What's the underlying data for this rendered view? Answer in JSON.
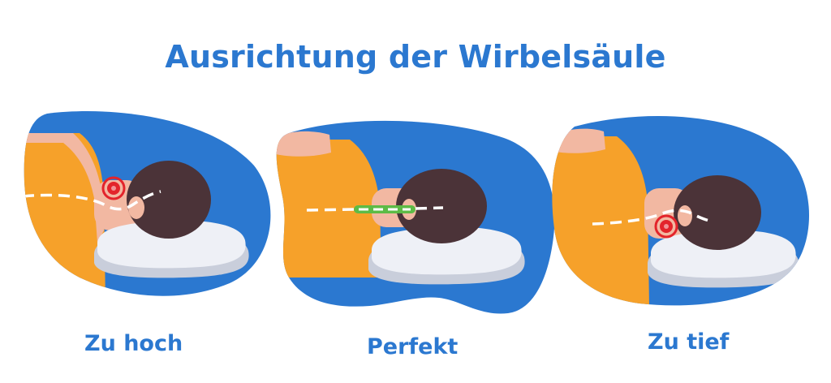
{
  "title": "Ausrichtung der Wirbelsäule",
  "colors": {
    "blue_blob": "#2b78d0",
    "shirt": "#f6a12a",
    "skin": "#f2b8a2",
    "hair": "#4b3338",
    "pillow": "#eef0f6",
    "pillow_shadow": "#c9cedb",
    "spine_line": "#ffffff",
    "good_marker": "#5dbb46",
    "bad_marker": "#e3242b"
  },
  "panels": [
    {
      "caption": "Zu hoch",
      "icon": "pain-marker-icon"
    },
    {
      "caption": "Perfekt",
      "icon": "aligned-spine-icon"
    },
    {
      "caption": "Zu tief",
      "icon": "pain-marker-icon"
    }
  ]
}
